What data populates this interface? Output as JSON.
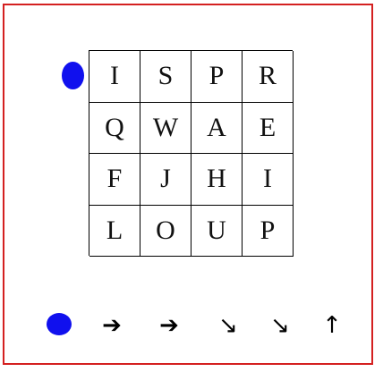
{
  "board": {
    "rows": [
      [
        "I",
        "S",
        "P",
        "R"
      ],
      [
        "Q",
        "W",
        "A",
        "E"
      ],
      [
        "F",
        "J",
        "H",
        "I"
      ],
      [
        "L",
        "O",
        "U",
        "P"
      ]
    ]
  },
  "markers": {
    "color": "#1010ee",
    "start_row": 1
  },
  "moves": [
    {
      "direction": "right",
      "glyph": "➔"
    },
    {
      "direction": "right",
      "glyph": "➔"
    },
    {
      "direction": "down-right",
      "glyph": "↘"
    },
    {
      "direction": "down-right",
      "glyph": "↘"
    },
    {
      "direction": "up",
      "glyph": "↑"
    }
  ],
  "colors": {
    "frame": "#d42020",
    "grid": "#000000"
  }
}
